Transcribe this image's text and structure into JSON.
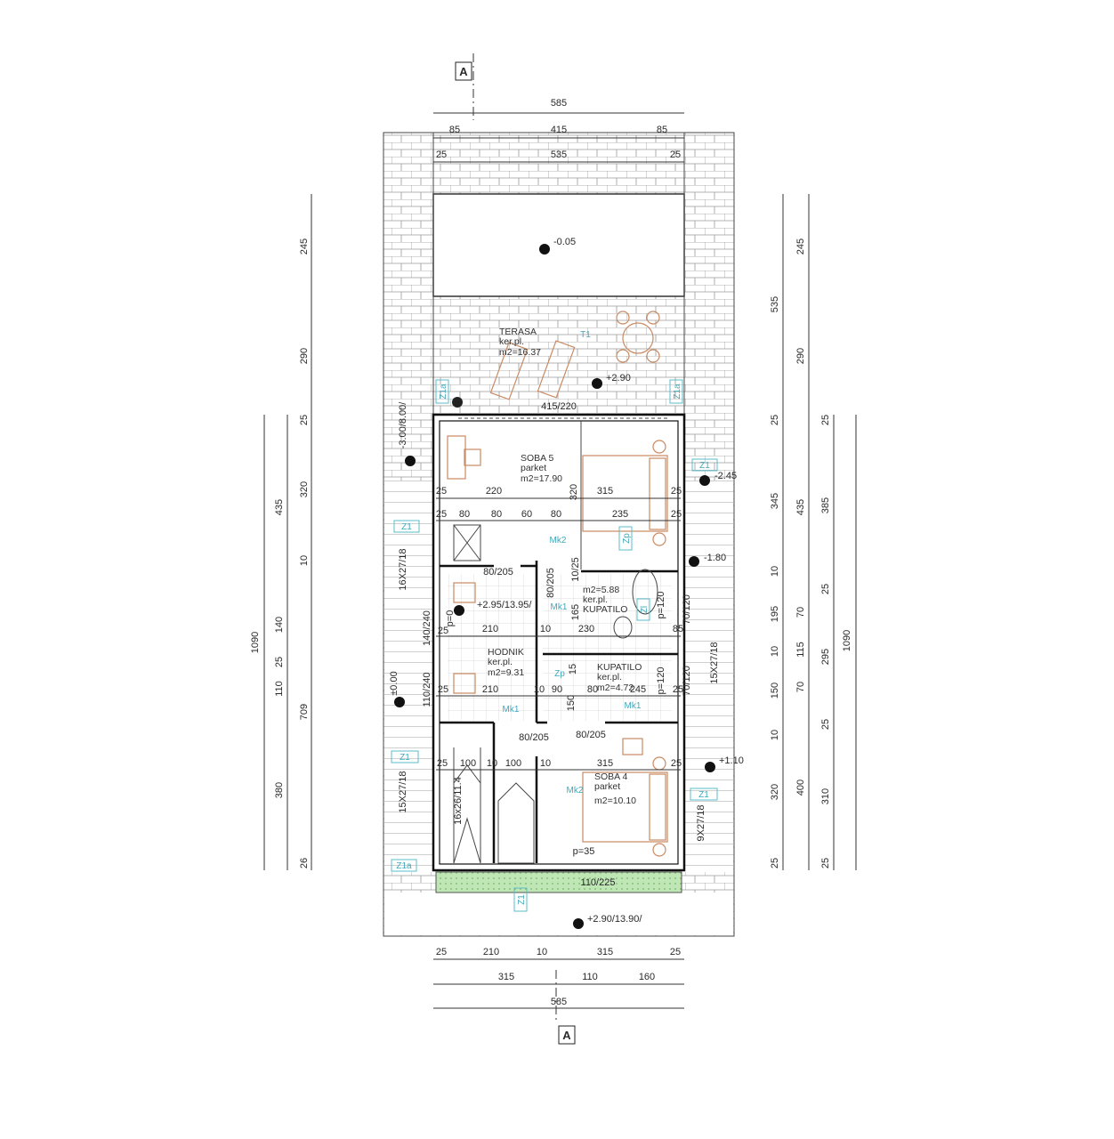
{
  "section_marker": {
    "top": "A",
    "bottom": "A"
  },
  "dims": {
    "top": [
      "585",
      "85",
      "415",
      "85",
      "25",
      "535",
      "25"
    ],
    "bottom": [
      "25",
      "210",
      "10",
      "315",
      "25",
      "315",
      "110",
      "160",
      "585"
    ],
    "left": [
      "1090",
      "435",
      "140",
      "25",
      "110",
      "380",
      "245",
      "290",
      "25",
      "320",
      "10",
      "709",
      "26"
    ],
    "right": [
      "535",
      "245",
      "290",
      "25",
      "345",
      "10",
      "195",
      "10",
      "150",
      "10",
      "320",
      "25",
      "435",
      "70",
      "115",
      "70",
      "400",
      "25",
      "385",
      "25",
      "295",
      "25",
      "310",
      "25",
      "1090"
    ],
    "interior": [
      "415/220",
      "220",
      "320",
      "315",
      "235",
      "25",
      "25",
      "25",
      "80",
      "80",
      "60",
      "80",
      "25",
      "80/205",
      "80/205",
      "10/25",
      "165",
      "p=120",
      "70/120",
      "140/240",
      "p=0",
      "210",
      "10",
      "230",
      "85",
      "25",
      "15",
      "25",
      "210",
      "10",
      "90",
      "80",
      "245",
      "p=120",
      "70/120",
      "25",
      "110/240",
      "150",
      "80/205",
      "80/205",
      "25",
      "100",
      "10",
      "100",
      "10",
      "315",
      "25",
      "16x26/11.4",
      "p=35",
      "110/225"
    ]
  },
  "stairs": [
    "16X27/18",
    "15X27/18",
    "15X27/18",
    "9X27/18"
  ],
  "rooms": [
    {
      "name": "TERASA",
      "floor": "ker.pl.",
      "area": "m2=16.37"
    },
    {
      "name": "SOBA 5",
      "floor": "parket",
      "area": "m2=17.90"
    },
    {
      "name": "KUPATILO",
      "floor": "ker.pl.",
      "area": "m2=5.88"
    },
    {
      "name": "HODNIK",
      "floor": "ker.pl.",
      "area": "m2=9.31"
    },
    {
      "name": "KUPATILO",
      "floor": "ker.pl.",
      "area": "m2=4.72"
    },
    {
      "name": "SOBA 4",
      "floor": "parket",
      "area": "m2=10.10"
    }
  ],
  "levels": [
    "-0.05",
    "+2.90",
    "-3.00/8.00/",
    "-2.45",
    "-1.80",
    "+2.95/13.95/",
    "±0.00",
    "+1.10",
    "+2.90/13.90/"
  ],
  "tags": [
    "Z1a",
    "Z1a",
    "T1",
    "Z1",
    "Z1",
    "Mk2",
    "Zp",
    "Mk1",
    "Zl",
    "Zp",
    "Mk1",
    "Mk1",
    "Z1",
    "Z1",
    "Mk2",
    "Z1a",
    "Z1"
  ],
  "colors": {
    "furniture": "#c98a62",
    "tags": "#3fa9ba",
    "green_strip": "#bfe6b5",
    "walls": "#111111"
  }
}
